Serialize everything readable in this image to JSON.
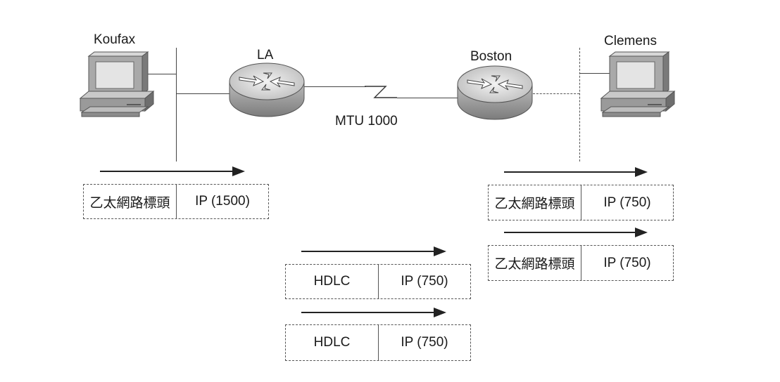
{
  "hosts": {
    "left": {
      "name": "Koufax"
    },
    "right": {
      "name": "Clemens"
    }
  },
  "routers": {
    "left": {
      "name": "LA"
    },
    "right": {
      "name": "Boston"
    }
  },
  "wan_link": {
    "label": "MTU 1000"
  },
  "frames": {
    "koufax_out": {
      "header": "乙太網路標頭",
      "payload": "IP (1500)"
    },
    "hdlc_1": {
      "header": "HDLC",
      "payload": "IP (750)"
    },
    "hdlc_2": {
      "header": "HDLC",
      "payload": "IP (750)"
    },
    "clemens_in_1": {
      "header": "乙太網路標頭",
      "payload": "IP (750)"
    },
    "clemens_in_2": {
      "header": "乙太網路標頭",
      "payload": "IP (750)"
    }
  }
}
